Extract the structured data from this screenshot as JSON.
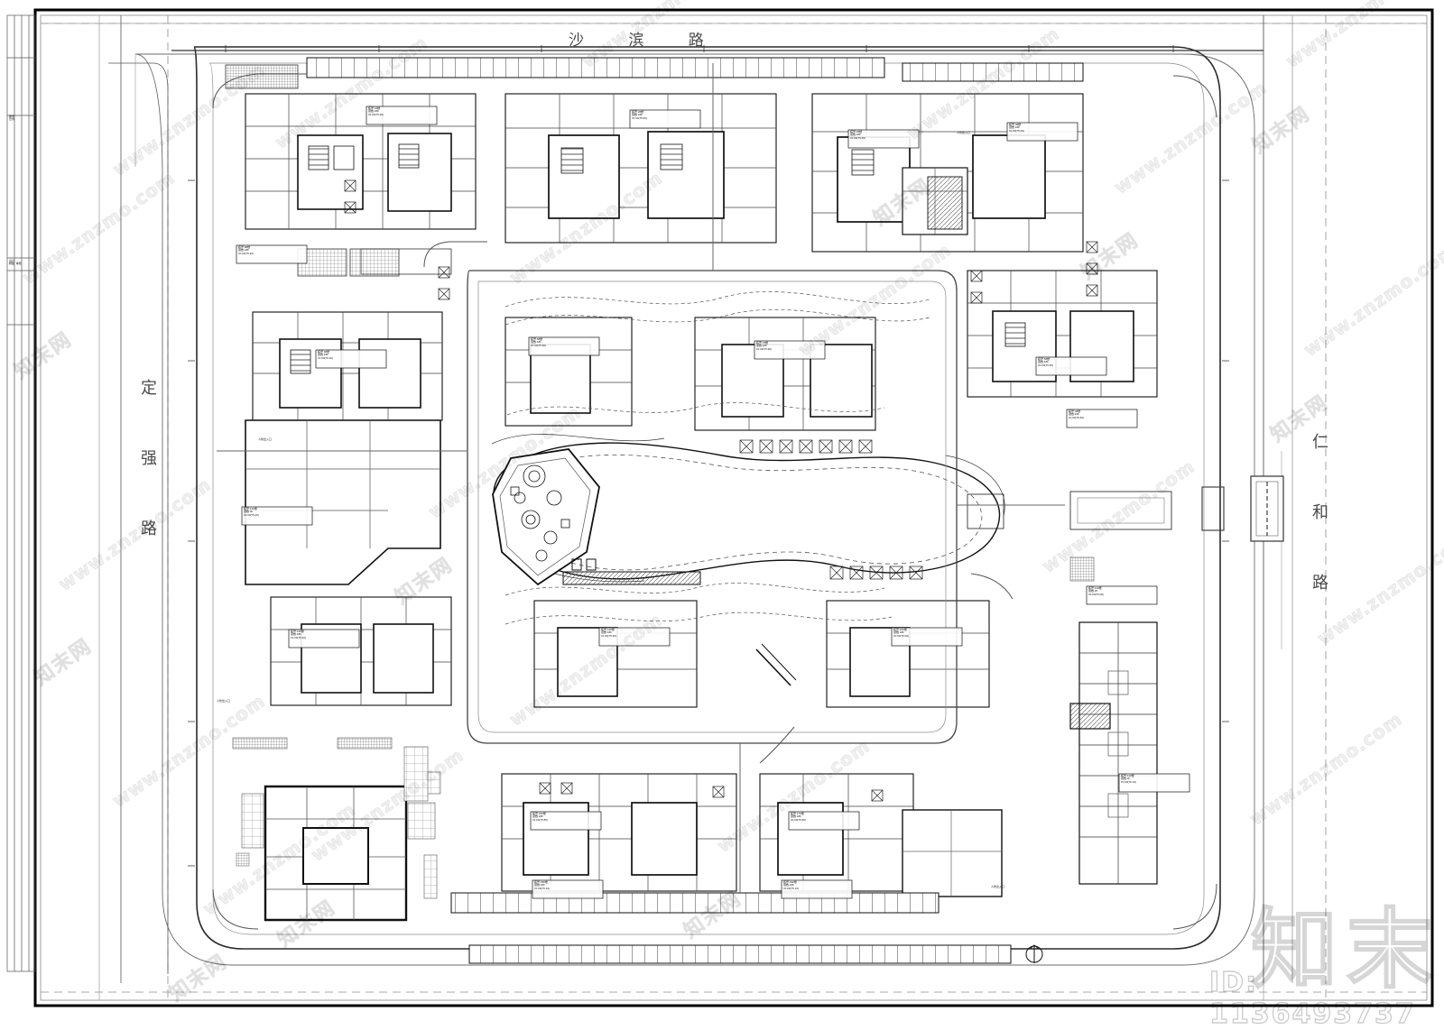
{
  "drawing": {
    "type": "architectural-site-plan",
    "discipline": "Residential development master plan / 总平面图",
    "title_block_present": true,
    "frame": {
      "outer_stroke": "#000000",
      "inner_stroke": "#3a3a3a"
    }
  },
  "roads": {
    "top": {
      "name": "沙 滨 路",
      "orientation": "horizontal",
      "position": "north"
    },
    "left": {
      "name": "定强路",
      "orientation": "vertical",
      "position": "west"
    },
    "right": {
      "name": "仁和路",
      "orientation": "vertical",
      "position": "east"
    }
  },
  "annotations": {
    "elevation_note": "±0.00(75.60)",
    "building_label_lines": [
      "栋号: 1#楼",
      "层数: 18F",
      "室内地坪标高: ±0.00(75.60)"
    ],
    "elevations": [
      "±0.00(75.20)",
      "±0.00(75.60)",
      "±0.00(75.40)",
      "±0.00(76.60)",
      "±0.00(76.65)",
      "±0.00(76.00)",
      "±0.00(75.80)",
      "±0.00(76.10)",
      "±0.00(75.10)",
      "±0.00(76.40)",
      "±0.00(75.00)"
    ]
  },
  "legend": {
    "entry_marker": "入口",
    "north_arrow": "N"
  },
  "watermarks": {
    "url": "www.znzmo.com",
    "cn_site": "知末网",
    "logo": "知末",
    "id_label": "ID: 1136493737"
  },
  "colors": {
    "line_heavy": "#000000",
    "line_medium": "#2b2b2b",
    "line_light": "#6e6e6e",
    "line_hairline": "#9a9a9a",
    "hatch": "#555555",
    "paper": "#ffffff",
    "watermark": "rgba(0,0,0,0.06)"
  }
}
